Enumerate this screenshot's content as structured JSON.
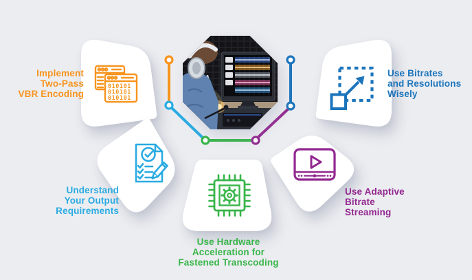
{
  "items": [
    {
      "id": "two-pass",
      "label": "Implement\nTwo-Pass\nVBR Encoding",
      "color": "#F7941E",
      "icon": "binary-code-windows-icon"
    },
    {
      "id": "bitrates",
      "label": "Use Bitrates\nand Resolutions\nWisely",
      "color": "#1C75BC",
      "icon": "resize-arrow-icon"
    },
    {
      "id": "output",
      "label": "Understand\nYour Output\nRequirements",
      "color": "#29ABE2",
      "icon": "checklist-pencil-icon"
    },
    {
      "id": "hardware",
      "label": "Use Hardware\nAcceleration for\nFastened Transcoding",
      "color": "#39B54A",
      "icon": "chip-gear-icon"
    },
    {
      "id": "adaptive",
      "label": "Use Adaptive\nBitrate\nStreaming",
      "color": "#92278F",
      "icon": "video-player-icon"
    }
  ],
  "icons": {
    "binary_rows": [
      "010101",
      "010101",
      "010101"
    ]
  },
  "palette": {
    "background": "#ECEDF1",
    "petal": "#FFFFFF",
    "orange": "#F7941E",
    "dark_blue": "#1C75BC",
    "cyan": "#29ABE2",
    "green": "#39B54A",
    "purple": "#92278F"
  }
}
